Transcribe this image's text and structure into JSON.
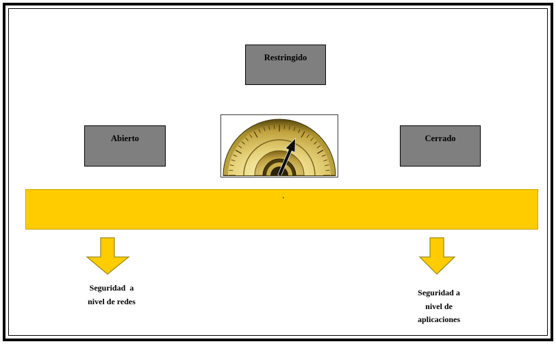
{
  "diagram": {
    "top_box": {
      "label": "Restringido"
    },
    "left_box": {
      "label": "Abierto"
    },
    "right_box": {
      "label": "Cerrado"
    },
    "bar": {
      "mark": "`"
    },
    "left_caption": {
      "lines": [
        "Seguridad  a",
        "nivel de redes"
      ]
    },
    "right_caption": {
      "lines": [
        "Seguridad a",
        "nivel de",
        "aplicaciones"
      ]
    }
  },
  "gauge": {
    "icon": "gauge-icon",
    "needle_level": 0.63
  },
  "icons": {
    "left_arrow": "down-arrow-icon",
    "right_arrow": "down-arrow-icon"
  },
  "colors": {
    "box_fill": "#7f7f7f",
    "bar_fill": "#ffcc00",
    "bar_stroke": "#c9a200",
    "arrow_fill": "#ffcc00",
    "arrow_stroke": "#9c8a1c"
  }
}
